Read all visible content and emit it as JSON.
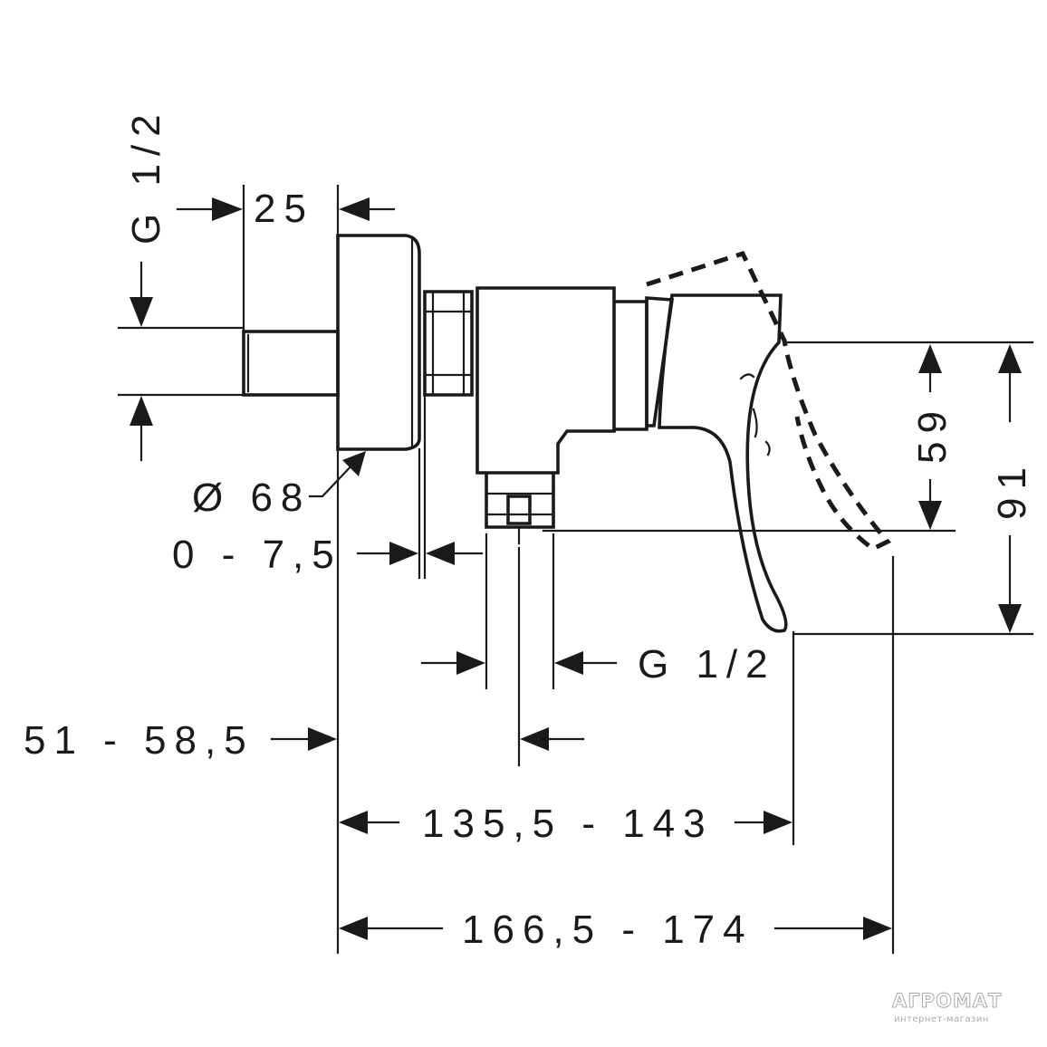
{
  "dimensions": {
    "thread_inlet": "G 1/2",
    "depth_25": "25",
    "diameter": "Ø 68",
    "offset": "0 - 7,5",
    "thread_outlet": "G 1/2",
    "wall_to_body": "51 - 58,5",
    "to_lever": "135,5 - 143",
    "to_lever_max": "166,5 - 174",
    "height_59": "59",
    "height_91": "91"
  },
  "watermark": {
    "brand": "АГРОМАТ",
    "tagline": "интернет-магазин"
  }
}
